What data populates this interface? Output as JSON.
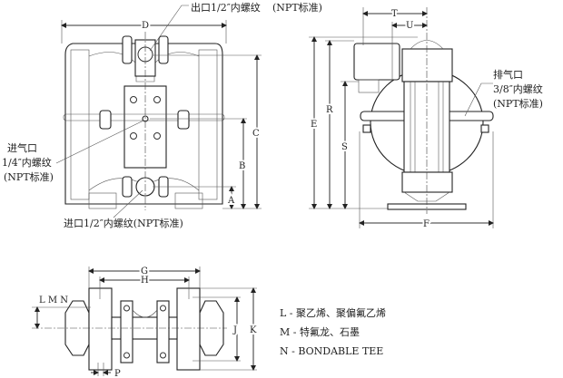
{
  "front_view": {
    "outlet_label": "出口1/2″内螺纹",
    "outlet_std": "(NPT标准)",
    "air_inlet_label": [
      "进气口",
      "1/4″内螺纹",
      "(NPT标准)"
    ],
    "inlet_label": "进口1/2″内螺纹(NPT标准)",
    "dims": {
      "D": "D",
      "C": "C",
      "B": "B",
      "A": "A"
    }
  },
  "side_view": {
    "exhaust_label": [
      "排气口",
      "3/8″内螺纹",
      "(NPT标准)"
    ],
    "dims": {
      "T": "T",
      "U": "U",
      "E": "E",
      "R": "R",
      "S": "S",
      "F": "F"
    }
  },
  "bottom_view": {
    "dims": {
      "G": "G",
      "H": "H",
      "J": "J",
      "K": "K",
      "P": "P",
      "LMN": "L M N"
    }
  },
  "legend": [
    "L - 聚乙烯、聚偏氟乙烯",
    "M - 特氟龙、石墨",
    "N - BONDABLE TEE"
  ]
}
